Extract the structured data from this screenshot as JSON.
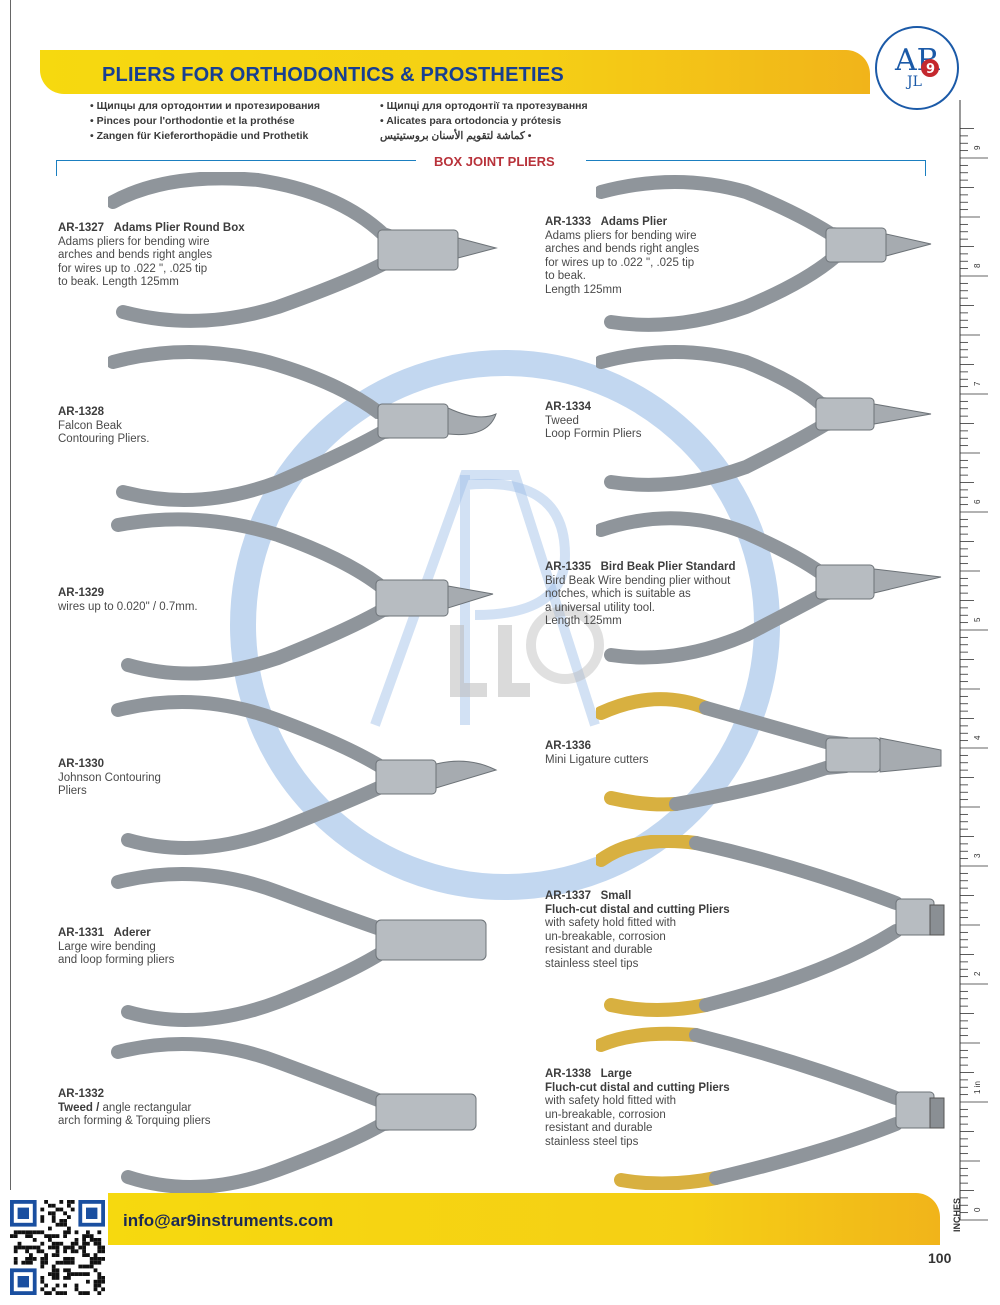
{
  "title": "PLIERS FOR ORTHODONTICS & PROSTHETIES",
  "subtitles": [
    "• Щипцы для ортодонтии и протезирования",
    "• Pinces pour l'orthodontie et la prothése",
    "• Zangen für Kieferorthopädie und Prothetik",
    "• Щипці для ортодонтії та протезування",
    "• Alicates para ortodoncia y prótesis",
    "كماشة لتقويم الأسنان بروستيتيس •"
  ],
  "section_title": "BOX JOINT PLIERS",
  "logo": {
    "text_top": "AR",
    "text_bottom": "JL",
    "digit": "9"
  },
  "colors": {
    "banner": "#f5cf15",
    "title": "#173f92",
    "section": "#b8323a",
    "accent": "#1b7fc0"
  },
  "products": [
    {
      "code": "AR-1327",
      "name": "Adams Plier Round Box",
      "lines": [
        "Adams pliers for bending wire",
        "arches and bends right angles",
        "for wires up to .022 \", .025 tip",
        "to beak. Length 125mm"
      ]
    },
    {
      "code": "AR-1328",
      "name": "",
      "lines": [
        "Falcon Beak",
        "Contouring Pliers."
      ]
    },
    {
      "code": "AR-1329",
      "name": "",
      "lines": [
        "wires up to 0.020\" / 0.7mm."
      ]
    },
    {
      "code": "AR-1330",
      "name": "",
      "lines": [
        "Johnson Contouring",
        "Pliers"
      ]
    },
    {
      "code": "AR-1331",
      "name": "Aderer",
      "lines": [
        "Large wire bending",
        "and loop forming pliers"
      ]
    },
    {
      "code": "AR-1332",
      "name": "",
      "bold_prefix": "Tweed /",
      "lines": [
        " angle rectangular",
        "arch forming & Torquing pliers"
      ]
    },
    {
      "code": "AR-1333",
      "name": "Adams Plier",
      "lines": [
        "Adams pliers for bending wire",
        "arches and bends right angles",
        "for wires up to .022 \", .025 tip",
        "to beak.",
        "Length 125mm"
      ]
    },
    {
      "code": "AR-1334",
      "name": "",
      "lines": [
        "Tweed",
        "Loop Formin Pliers"
      ]
    },
    {
      "code": "AR-1335",
      "name": "Bird Beak Plier Standard",
      "lines": [
        "Bird Beak Wire bending plier without",
        "notches, which is suitable as",
        "a universal utility tool.",
        "Length 125mm"
      ]
    },
    {
      "code": "AR-1336",
      "name": "",
      "lines": [
        "Mini Ligature cutters"
      ]
    },
    {
      "code": "AR-1337",
      "name": "Small",
      "bold_line": "Fluch-cut distal and cutting Pliers",
      "lines": [
        "with safety hold fitted with",
        "un-breakable, corrosion",
        "resistant and durable",
        "stainless steel tips"
      ]
    },
    {
      "code": "AR-1338",
      "name": "Large",
      "bold_line": "Fluch-cut distal and cutting Pliers",
      "lines": [
        "with safety hold fitted with",
        "un-breakable, corrosion",
        "resistant and durable",
        "stainless steel tips"
      ]
    }
  ],
  "ruler": {
    "unit_label": "INCHES",
    "numbers": [
      "0",
      "1 in",
      "2",
      "3",
      "4",
      "5",
      "6",
      "7",
      "8",
      "9"
    ]
  },
  "footer": {
    "email": "info@ar9instruments.com",
    "page_number": "100"
  }
}
